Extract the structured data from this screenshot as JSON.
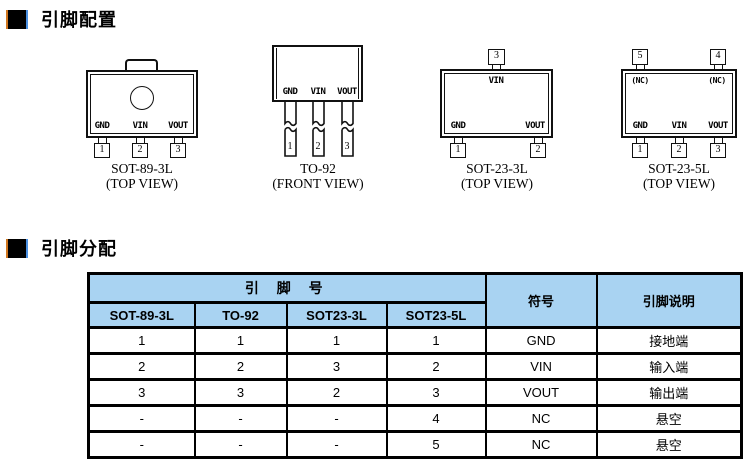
{
  "sections": {
    "pin_config": "引脚配置",
    "pin_assign": "引脚分配"
  },
  "packages": [
    {
      "name": "SOT-89-3L",
      "view": "(TOP VIEW)",
      "pins_bottom": [
        {
          "num": "1",
          "label": "GND"
        },
        {
          "num": "2",
          "label": "VIN"
        },
        {
          "num": "3",
          "label": "VOUT"
        }
      ]
    },
    {
      "name": "TO-92",
      "view": "(FRONT VIEW)",
      "pins_bottom": [
        {
          "num": "1",
          "label": "GND"
        },
        {
          "num": "2",
          "label": "VIN"
        },
        {
          "num": "3",
          "label": "VOUT"
        }
      ]
    },
    {
      "name": "SOT-23-3L",
      "view": "(TOP VIEW)",
      "pin_top": {
        "num": "3",
        "label": "VIN"
      },
      "pins_bottom": [
        {
          "num": "1",
          "label": "GND"
        },
        {
          "num": "2",
          "label": "VOUT"
        }
      ]
    },
    {
      "name": "SOT-23-5L",
      "view": "(TOP VIEW)",
      "pins_top": [
        {
          "num": "5",
          "label": "(NC)"
        },
        {
          "num": "4",
          "label": "(NC)"
        }
      ],
      "pins_bottom": [
        {
          "num": "1",
          "label": "GND"
        },
        {
          "num": "2",
          "label": "VIN"
        },
        {
          "num": "3",
          "label": "VOUT"
        }
      ]
    }
  ],
  "pin_table": {
    "group_header": "引 脚 号",
    "col_headers": [
      "SOT-89-3L",
      "TO-92",
      "SOT23-3L",
      "SOT23-5L"
    ],
    "symbol_header": "符号",
    "desc_header": "引脚说明",
    "rows": [
      [
        "1",
        "1",
        "1",
        "1",
        "GND",
        "接地端"
      ],
      [
        "2",
        "2",
        "3",
        "2",
        "VIN",
        "输入端"
      ],
      [
        "3",
        "3",
        "2",
        "3",
        "VOUT",
        "输出端"
      ],
      [
        "-",
        "-",
        "-",
        "4",
        "NC",
        "悬空"
      ],
      [
        "-",
        "-",
        "-",
        "5",
        "NC",
        "悬空"
      ]
    ]
  },
  "colors": {
    "table_header_bg": "#a9d3f2",
    "line_color": "#111111"
  }
}
